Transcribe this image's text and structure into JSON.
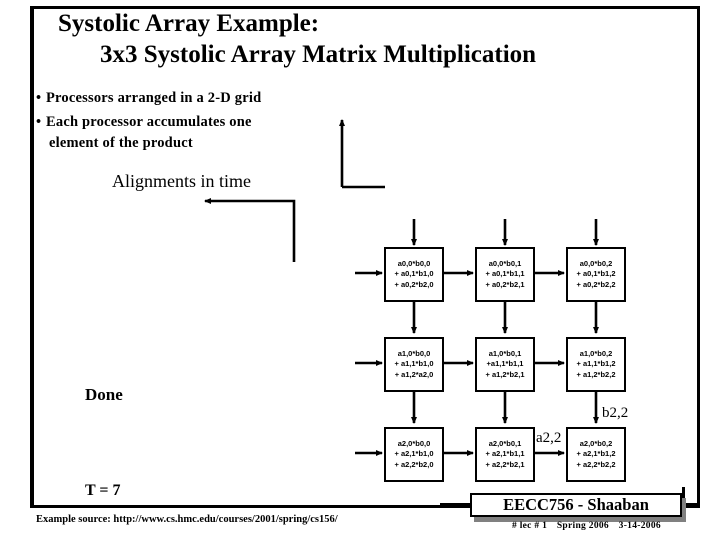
{
  "slide": {
    "title_line1": "Systolic Array  Example:",
    "title_line2": "3x3 Systolic Array Matrix Multiplication",
    "bullets": [
      "Processors arranged in a 2-D grid",
      "Each processor accumulates one",
      "element of the product"
    ],
    "alignments_label": "Alignments in time",
    "done_label": "Done",
    "time_label": "T = 7",
    "source_label": "Example source:  http://www.cs.hmc.edu/courses/2001/spring/cs156/",
    "bullet_glyph": "•"
  },
  "grid": {
    "rows": [
      {
        "cells": [
          {
            "lines": [
              "a0,0*b0,0",
              "+ a0,1*b1,0",
              "+ a0,2*b2,0"
            ]
          },
          {
            "lines": [
              "a0,0*b0,1",
              "+ a0,1*b1,1",
              "+ a0,2*b2,1"
            ]
          },
          {
            "lines": [
              "a0,0*b0,2",
              "+ a0,1*b1,2",
              "+ a0,2*b2,2"
            ]
          }
        ]
      },
      {
        "cells": [
          {
            "lines": [
              "a1,0*b0,0",
              "+ a1,1*b1,0",
              "+ a1,2*a2,0"
            ]
          },
          {
            "lines": [
              "a1,0*b0,1",
              "+a1,1*b1,1",
              "+ a1,2*b2,1"
            ]
          },
          {
            "lines": [
              "a1,0*b0,2",
              "+ a1,1*b1,2",
              "+ a1,2*b2,2"
            ]
          }
        ]
      },
      {
        "cells": [
          {
            "lines": [
              "a2,0*b0,0",
              "+ a2,1*b1,0",
              "+ a2,2*b2,0"
            ]
          },
          {
            "lines": [
              "a2,0*b0,1",
              "+ a2,1*b1,1",
              "+ a2,2*b2,1"
            ]
          },
          {
            "lines": [
              "a2,0*b0,2",
              "+ a2,1*b1,2",
              "+ a2,2*b2,2"
            ]
          }
        ]
      }
    ],
    "tags": [
      {
        "text": "b2,2"
      },
      {
        "text": "a2,2"
      }
    ]
  },
  "footer": {
    "banner_title": "EECC756 - Shaaban",
    "sub_parts": [
      "#  lec # 1",
      "Spring 2006",
      "3-14-2006"
    ]
  },
  "colors": {
    "ink": "#000000",
    "page": "#ffffff",
    "shadow": "#808080"
  }
}
